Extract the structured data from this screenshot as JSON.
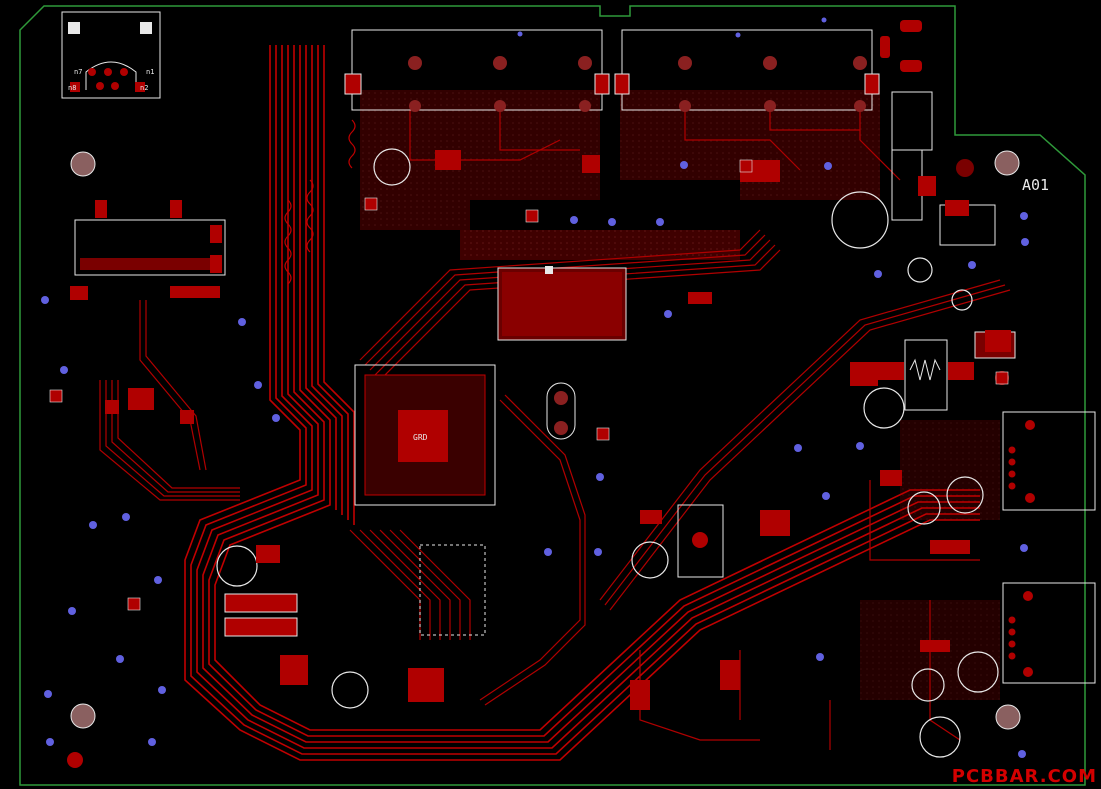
{
  "board": {
    "labels": {
      "board_id": "A01",
      "chip_marking": "GRD",
      "pin_labels": [
        "n7",
        "n1",
        "n8",
        "n2"
      ]
    },
    "watermark": "PCBBAR.COM",
    "colors": {
      "background": "#000000",
      "copper": "#7a0000",
      "trace": "#c00000",
      "pad": "#b00000",
      "silkscreen": "#e8e8e8",
      "outline": "#2f9a3a",
      "via": "#6060e0"
    }
  }
}
